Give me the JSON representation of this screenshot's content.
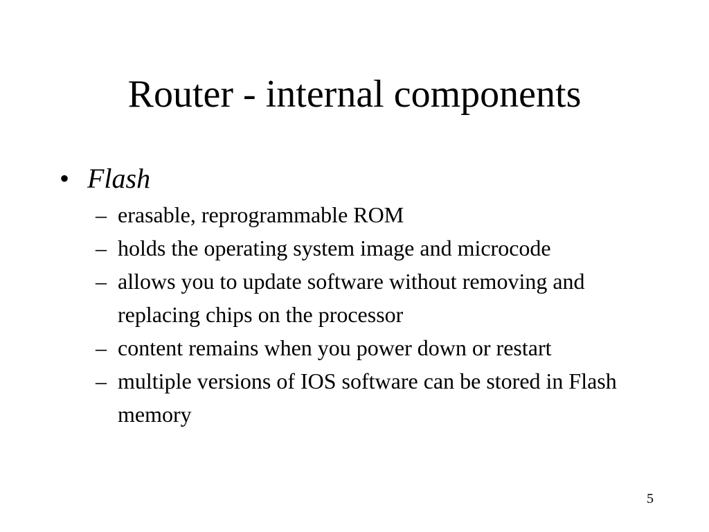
{
  "slide": {
    "title": "Router - internal components",
    "bullet_mark": "•",
    "sub_mark": "–",
    "main_bullet": "Flash",
    "sub_bullets": [
      "erasable, reprogrammable ROM",
      "holds the operating system image and microcode",
      "allows you to update software without removing and replacing chips on the processor",
      "content remains when you power down or restart",
      "multiple versions of IOS software can be stored in Flash memory"
    ],
    "page_number": "5"
  }
}
